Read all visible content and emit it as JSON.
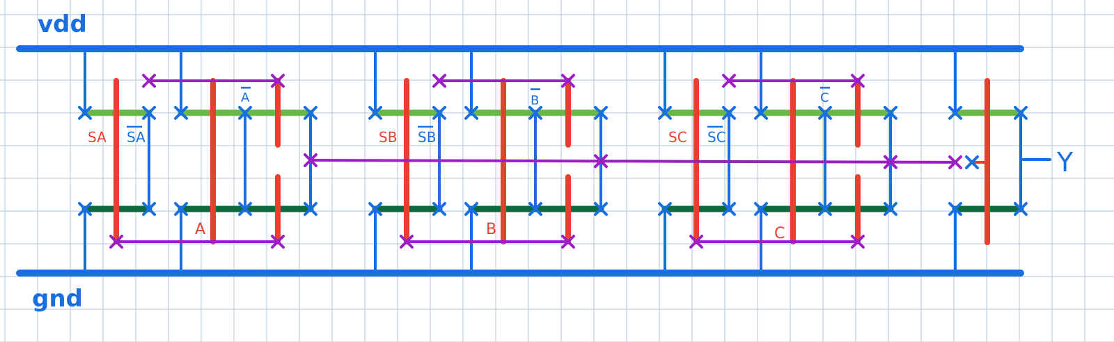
{
  "rails": {
    "vdd_label": "vdd",
    "gnd_label": "gnd"
  },
  "output": {
    "label": "Y"
  },
  "cells": [
    {
      "select_label": "SA",
      "select_bar_label": "SA",
      "input_label": "A",
      "input_bar_label": "A"
    },
    {
      "select_label": "SB",
      "select_bar_label": "SB",
      "input_label": "B",
      "input_bar_label": "B"
    },
    {
      "select_label": "SC",
      "select_bar_label": "SC",
      "input_label": "C",
      "input_bar_label": "C"
    }
  ],
  "colors": {
    "grid": "#b3c3d8",
    "metal": "#1a6fe0",
    "poly": "#e8402f",
    "pdiff": "#6ab84a",
    "ndiff": "#0e6b3c",
    "metal2": "#9b1fc4"
  }
}
